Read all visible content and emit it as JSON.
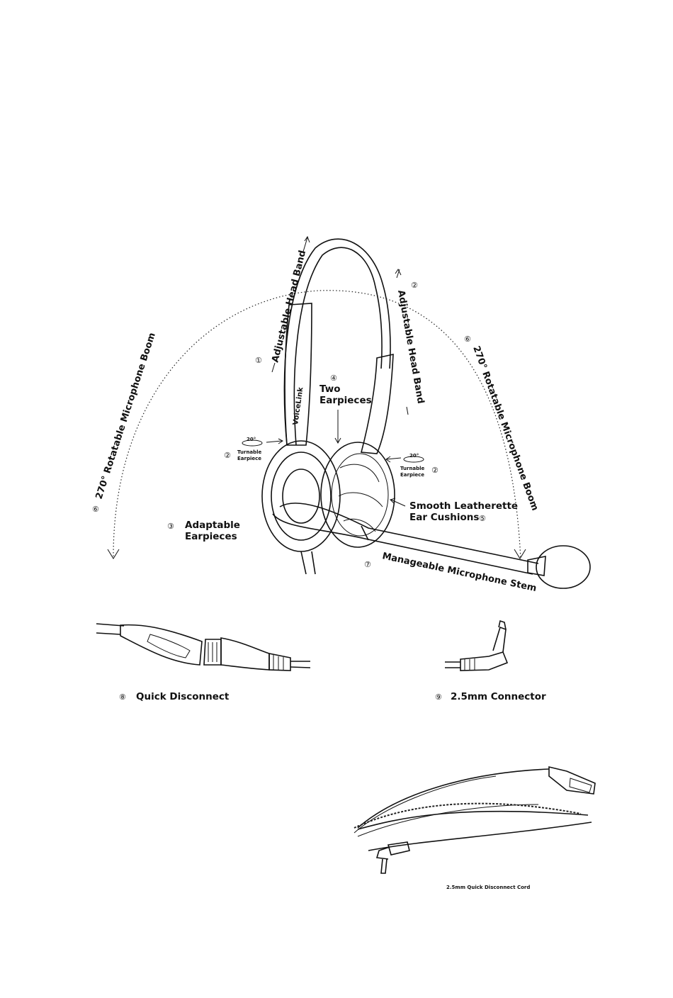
{
  "labels": {
    "headband_1": "Adjustable Head Band",
    "headband_2": "Adjustable Head Band",
    "boom_left": "270° Rotatable Microphone Boom",
    "boom_right": "270° Rotatable Microphone Boom",
    "two_earpieces_1": "Two",
    "two_earpieces_2": "Earpieces",
    "turnable_left_1": "Turnable",
    "turnable_left_2": "Earpiece",
    "turnable_right_1": "Turnable",
    "turnable_right_2": "Earpiece",
    "degree_left": "20°",
    "degree_right": "20°",
    "adaptable_1": "Adaptable",
    "adaptable_2": "Earpieces",
    "cushions_1": "Smooth Leatherette",
    "cushions_2": "Ear Cushions",
    "stem": "Manageable Microphone Stem",
    "quick_disconnect": "Quick Disconnect",
    "connector": "2.5mm Connector",
    "cord_caption": "2.5mm Quick Disconnect Cord",
    "brand": "VoiceLink"
  },
  "numbers": {
    "n1": "①",
    "n2a": "②",
    "n2b": "②",
    "n2c": "②",
    "n3": "③",
    "n4": "④",
    "n5": "⑤",
    "n6a": "⑥",
    "n6b": "⑥",
    "n7": "⑦",
    "n8": "⑧",
    "n9": "⑨"
  },
  "icons": [
    "headset-illustration",
    "quick-disconnect-illustration",
    "connector-illustration",
    "coiled-cord-illustration"
  ]
}
